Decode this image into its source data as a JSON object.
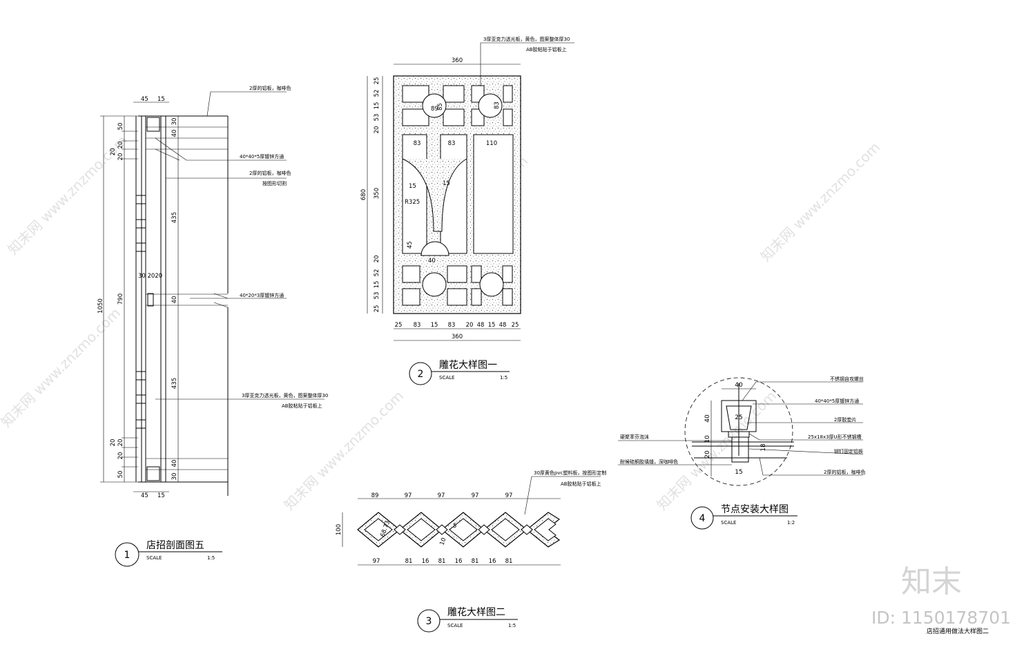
{
  "watermark": {
    "text": "知末网 www.znzmo.com"
  },
  "brand": {
    "name": "知末",
    "id": "ID: 1150178701"
  },
  "sheet_title": "店招通用做法大样图二",
  "detail1": {
    "num": "1",
    "title": "店招剖面图五",
    "scale_label": "SCALE",
    "scale": "1:5",
    "notes": {
      "n1": "2厚的铝板，咖啡色",
      "n2": "40*40*5厚镀锌方通",
      "n3a": "2厚的铝板，咖啡色",
      "n3b": "按图形切割",
      "n4": "40*20*3厚镀锌方通",
      "n5a": "3厚亚克力透光板，黄色，图案整体厚30",
      "n5b": "AB胶粘贴于铝板上"
    },
    "dims": {
      "top_a": "45",
      "top_b": "15",
      "bot_a": "45",
      "bot_b": "15",
      "total": "1050",
      "mid": "790",
      "l_50t": "50",
      "l_20a": "20",
      "l_20b": "20",
      "l_20c": "20",
      "l_20d": "20",
      "l_20e": "20",
      "l_20f": "20",
      "l_50b": "50",
      "r_30t": "30",
      "r_40t": "40",
      "r_435a": "435",
      "r_40m": "40",
      "r_435b": "435",
      "r_40b": "40",
      "r_30b": "30",
      "mid_pair": "30 2020"
    }
  },
  "detail2": {
    "num": "2",
    "title": "雕花大样图一",
    "scale_label": "SCALE",
    "scale": "1:5",
    "notes": {
      "n1a": "3厚亚克力透光板，黄色，图案整体厚30",
      "n1b": "AB胶粘贴于铝板上"
    },
    "dims": {
      "top_total": "360",
      "bottom_total": "360",
      "height": "680",
      "mid_h": "350",
      "left": [
        "25",
        "52",
        "15",
        "53",
        "20",
        "20",
        "52",
        "15",
        "53",
        "25"
      ],
      "bottom": [
        "25",
        "83",
        "15",
        "83",
        "20",
        "48",
        "15",
        "48",
        "25"
      ],
      "inner_top": [
        "83",
        "83",
        "110"
      ],
      "circle_a": "89",
      "circle_b": "85",
      "circle_c": "83",
      "arc_a": "15",
      "arc_b": "15",
      "radius": "R325",
      "inner_45": "45",
      "inner_40": "40"
    }
  },
  "detail3": {
    "num": "3",
    "title": "雕花大样图二",
    "scale_label": "SCALE",
    "scale": "1:5",
    "notes": {
      "n1a": "30厚黄色pvc塑料板，按图形定制",
      "n1b": "AB胶粘贴于铝板上"
    },
    "dims": {
      "top": [
        "89",
        "97",
        "97",
        "97",
        "97"
      ],
      "bottom": [
        "97",
        "81",
        "16",
        "81",
        "16",
        "81",
        "16",
        "81"
      ],
      "height": "100",
      "diag_a": "68.73",
      "diag_b": "5",
      "diag_c": "10"
    }
  },
  "detail4": {
    "num": "4",
    "title": "节点安装大样图",
    "scale_label": "SCALE",
    "scale": "1:2",
    "notes": {
      "r1": "不锈钢自攻螺丝",
      "r2": "40*40*5厚镀锌方通",
      "r3": "2厚胶垫片",
      "r4": "25x18x3厚U形不锈钢槽",
      "r5": "铆钉固定铝板",
      "r6": "2厚的铝板，咖啡色",
      "l1": "硬聚苯芬泡沫",
      "l2": "耐候硅酮胶填缝，深咖啡色"
    },
    "dims": {
      "w40": "40",
      "h40": "40",
      "w25": "25",
      "h10": "10",
      "h20": "20",
      "h18": "18",
      "w15": "15"
    }
  }
}
